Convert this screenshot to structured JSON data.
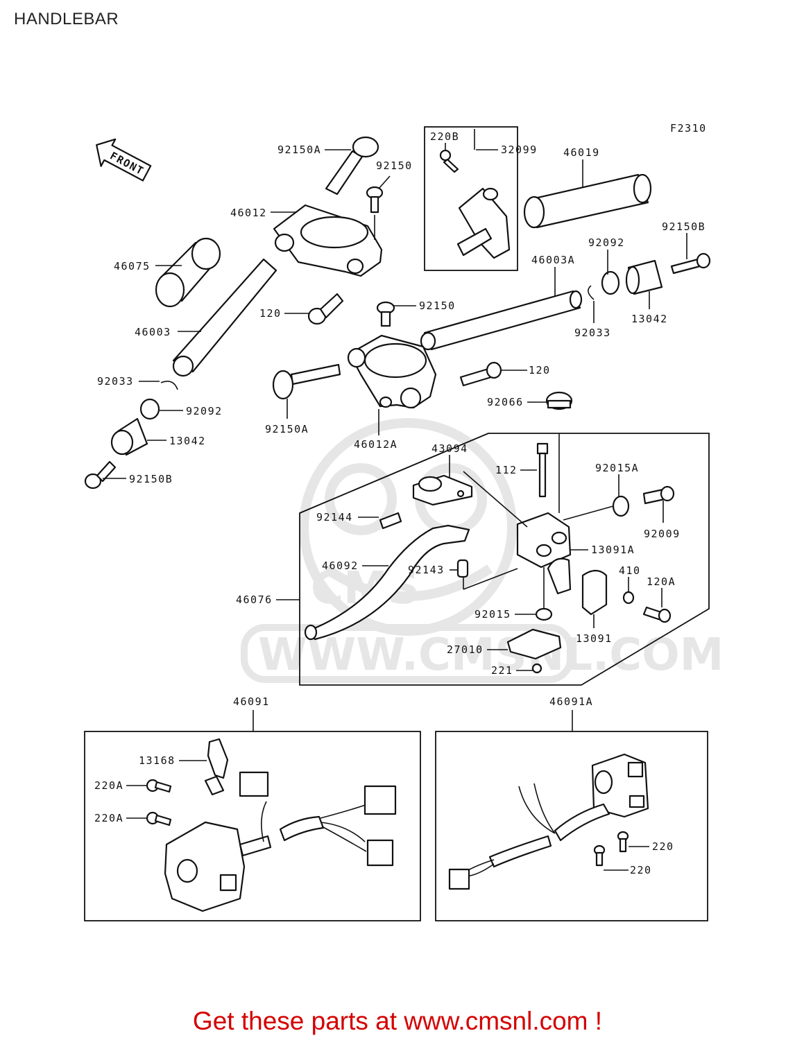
{
  "page": {
    "title": "HANDLEBAR",
    "figure_code": "F2310",
    "front_label": "FRONT"
  },
  "promo": {
    "text": "Get these parts at www.cmsnl.com !",
    "color": "#d40000"
  },
  "watermark": {
    "text": "WWW.CMSNL.COM",
    "logo": "CMS"
  },
  "labels": {
    "l_92150A_top": "92150A",
    "l_92150_top": "92150",
    "l_46012": "46012",
    "l_46075": "46075",
    "l_120_top": "120",
    "l_46003": "46003",
    "l_92033_left": "92033",
    "l_92092_left": "92092",
    "l_13042_left": "13042",
    "l_92150B_left": "92150B",
    "l_220B": "220B",
    "l_32099": "32099",
    "l_46019": "46019",
    "l_92150B_right": "92150B",
    "l_92092_right": "92092",
    "l_46003A": "46003A",
    "l_92033_right": "92033",
    "l_13042_right": "13042",
    "l_92150_mid": "92150",
    "l_120_mid": "120",
    "l_92150A_mid": "92150A",
    "l_46012A": "46012A",
    "l_92066": "92066",
    "l_43094": "43094",
    "l_112": "112",
    "l_92015A": "92015A",
    "l_92144": "92144",
    "l_92009": "92009",
    "l_13091A": "13091A",
    "l_46092": "46092",
    "l_92143": "92143",
    "l_410": "410",
    "l_120A": "120A",
    "l_46076": "46076",
    "l_92015": "92015",
    "l_13091": "13091",
    "l_27010": "27010",
    "l_221": "221",
    "l_46091": "46091",
    "l_46091A": "46091A",
    "l_13168": "13168",
    "l_220A_1": "220A",
    "l_220A_2": "220A",
    "l_220_1": "220",
    "l_220_2": "220"
  }
}
